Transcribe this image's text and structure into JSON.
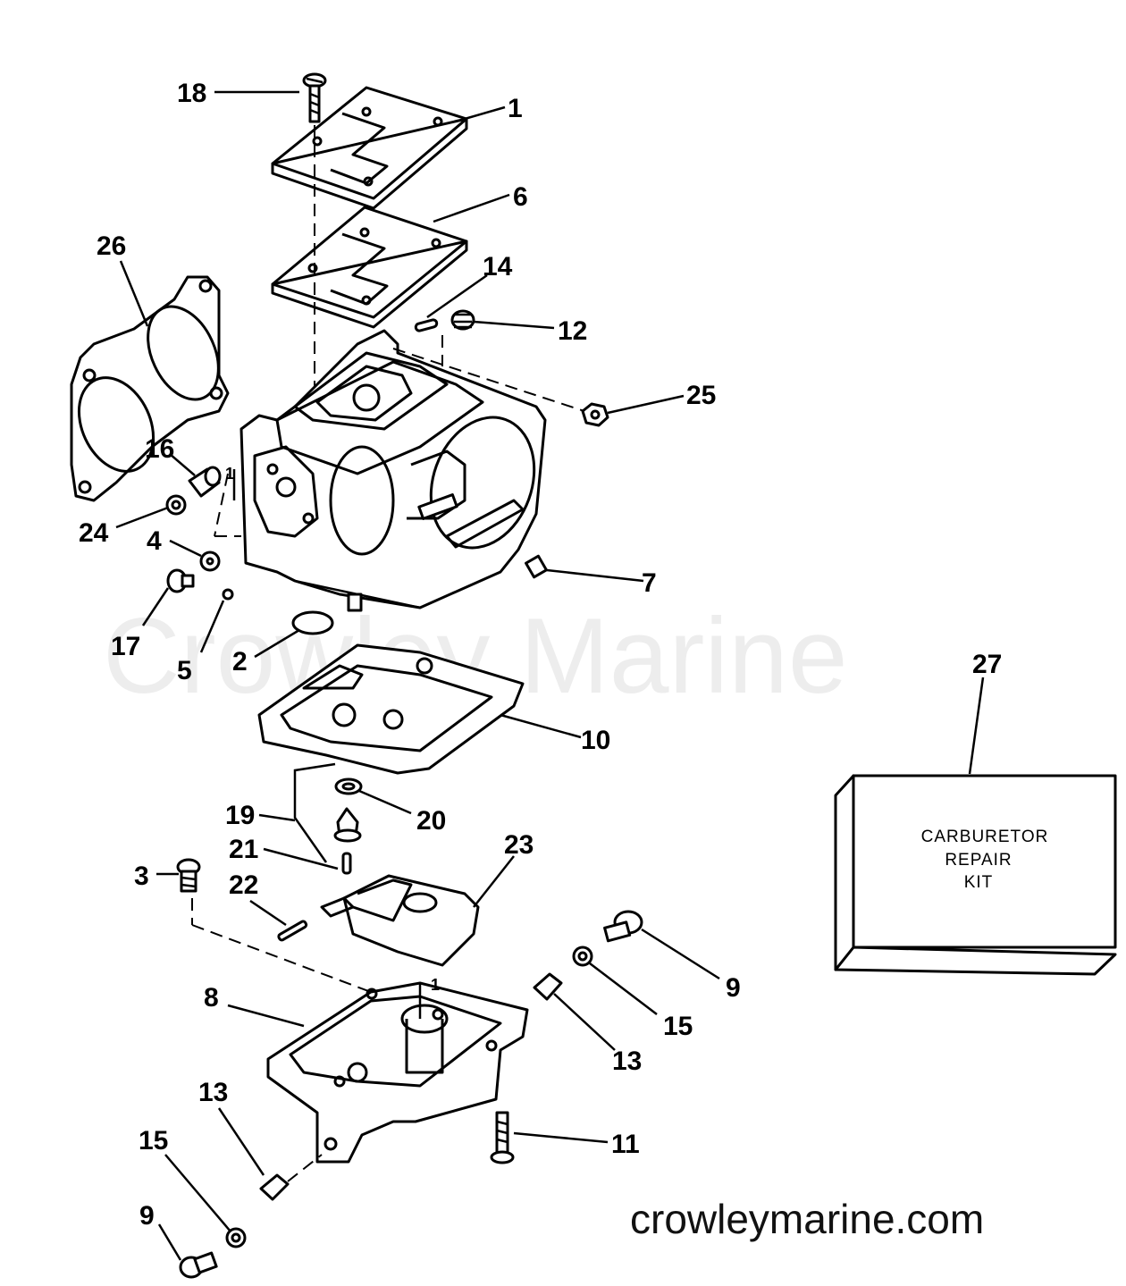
{
  "watermark": "Crowley Marine",
  "website": "crowleymarine.com",
  "kit": {
    "line1": "CARBURETOR",
    "line2": "REPAIR",
    "line3": "KIT"
  },
  "callouts": {
    "c18": "18",
    "c1": "1",
    "c6": "6",
    "c26": "26",
    "c14": "14",
    "c12": "12",
    "c25": "25",
    "c16": "16",
    "c24": "24",
    "c4": "4",
    "c17": "17",
    "c5": "5",
    "c7": "7",
    "c2": "2",
    "c10": "10",
    "c27": "27",
    "c19": "19",
    "c20": "20",
    "c21": "21",
    "c22": "22",
    "c23": "23",
    "c3": "3",
    "c8": "8",
    "c9a": "9",
    "c15a": "15",
    "c13a": "13",
    "c11": "11",
    "c13b": "13",
    "c15b": "15",
    "c9b": "9",
    "ref1a": "1",
    "ref1b": "1"
  }
}
